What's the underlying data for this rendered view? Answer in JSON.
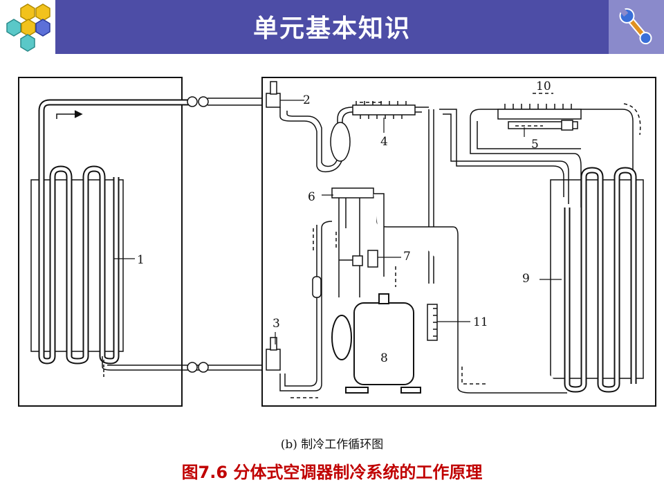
{
  "header": {
    "title": "单元基本知识",
    "logo_icon": "hexagon-cluster-icon",
    "tool_icon": "wrench-icon",
    "background_color": "#4d4da6"
  },
  "diagram": {
    "labels": [
      "1",
      "2",
      "3",
      "4",
      "5",
      "6",
      "7",
      "8",
      "9",
      "10",
      "11"
    ]
  },
  "caption": "(b)  制冷工作循环图",
  "figure_title": "图7.6 分体式空调器制冷系统的工作原理",
  "colors": {
    "figure_title": "#c00000",
    "banner": "#4d4da6"
  }
}
